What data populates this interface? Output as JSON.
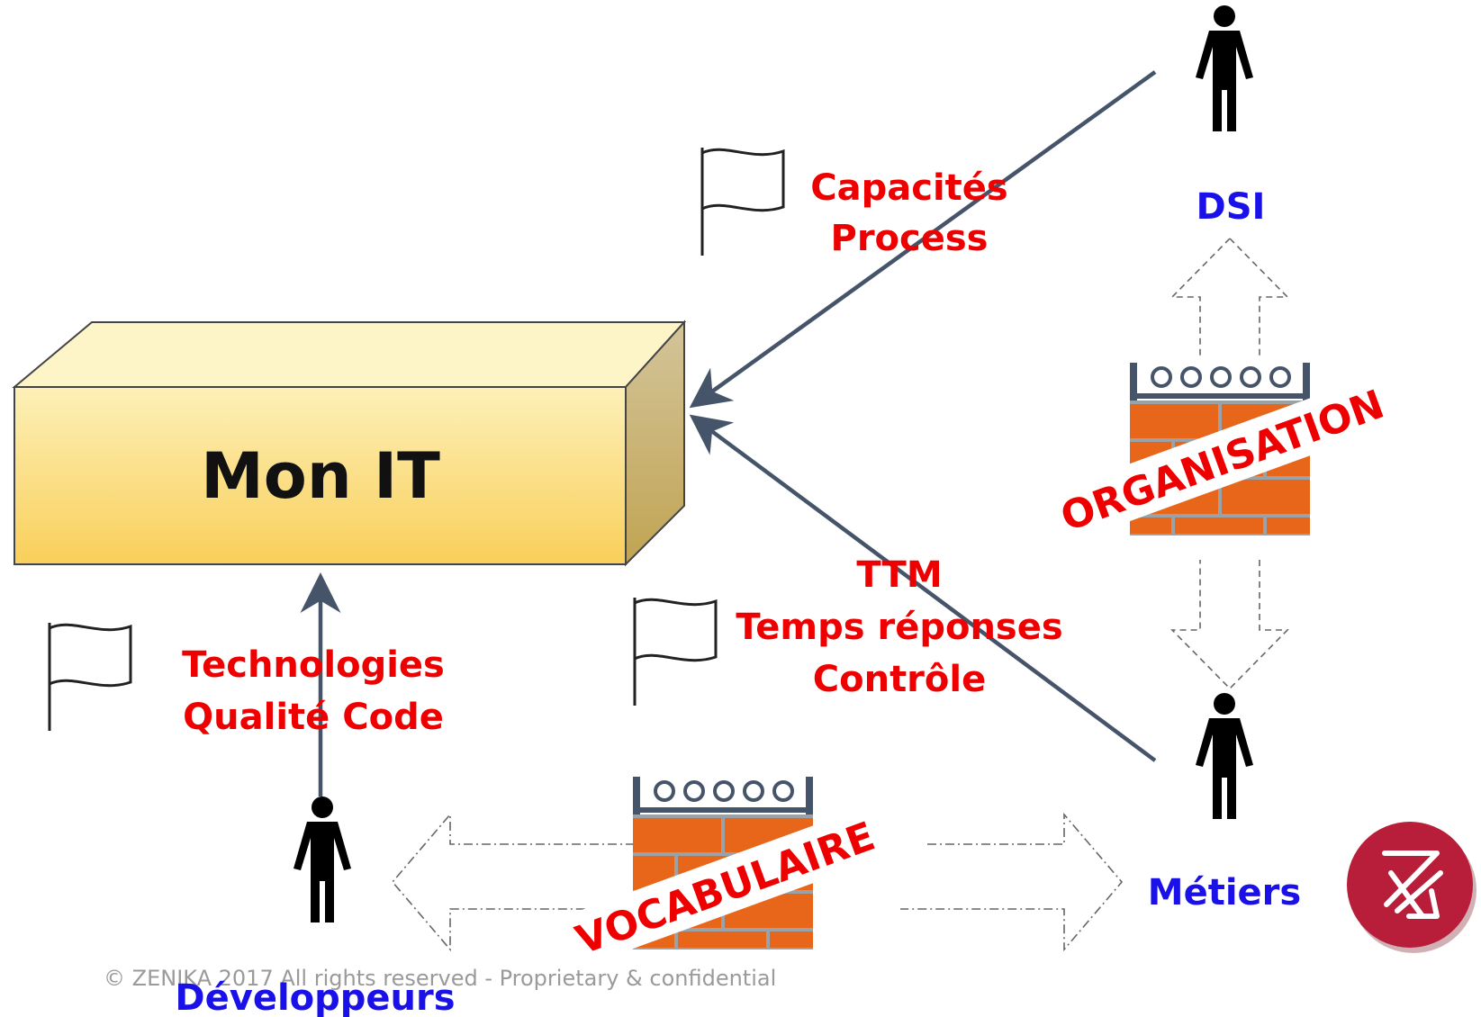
{
  "box": {
    "label": "Mon IT"
  },
  "actors": {
    "dsi": "DSI",
    "metiers": "Métiers",
    "developpeurs": "Développeurs"
  },
  "flags": {
    "dsi": {
      "line1": "Capacités",
      "line2": "Process"
    },
    "metiers": {
      "line1": "TTM",
      "line2": "Temps réponses",
      "line3": "Contrôle"
    },
    "developpeurs": {
      "line1": "Technologies",
      "line2": "Qualité Code"
    }
  },
  "walls": {
    "organisation": "ORGANISATION",
    "vocabulaire": "VOCABULAIRE"
  },
  "footer": {
    "copyright": "© ZENIKA 2017  All rights reserved  -  Proprietary & confidential"
  },
  "colors": {
    "red": "#ee0000",
    "blue": "#1a10e8",
    "arrow": "#46546a",
    "brick": "#e8661a",
    "logo": "#b81d3a"
  }
}
